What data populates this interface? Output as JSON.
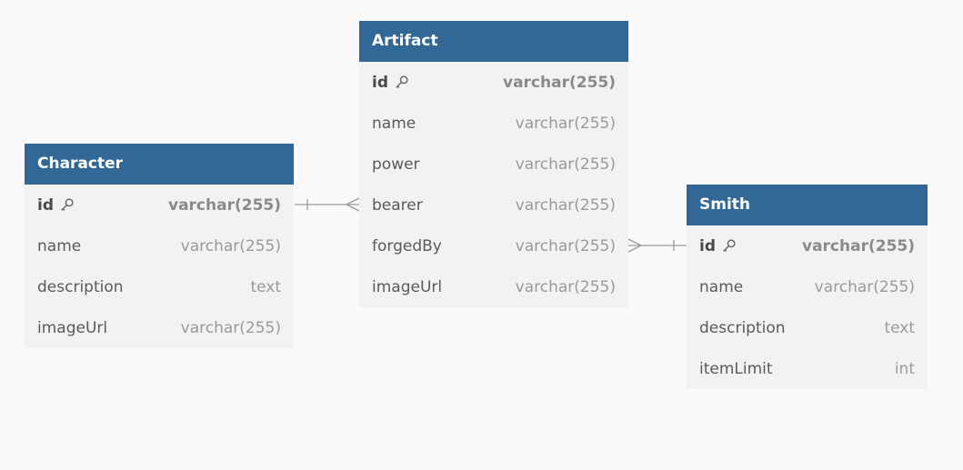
{
  "tables": {
    "character": {
      "title": "Character",
      "columns": [
        {
          "name": "id",
          "type": "varchar(255)",
          "pk": true
        },
        {
          "name": "name",
          "type": "varchar(255)"
        },
        {
          "name": "description",
          "type": "text"
        },
        {
          "name": "imageUrl",
          "type": "varchar(255)"
        }
      ]
    },
    "artifact": {
      "title": "Artifact",
      "columns": [
        {
          "name": "id",
          "type": "varchar(255)",
          "pk": true
        },
        {
          "name": "name",
          "type": "varchar(255)"
        },
        {
          "name": "power",
          "type": "varchar(255)"
        },
        {
          "name": "bearer",
          "type": "varchar(255)"
        },
        {
          "name": "forgedBy",
          "type": "varchar(255)"
        },
        {
          "name": "imageUrl",
          "type": "varchar(255)"
        }
      ]
    },
    "smith": {
      "title": "Smith",
      "columns": [
        {
          "name": "id",
          "type": "varchar(255)",
          "pk": true
        },
        {
          "name": "name",
          "type": "varchar(255)"
        },
        {
          "name": "description",
          "type": "text"
        },
        {
          "name": "itemLimit",
          "type": "int"
        }
      ]
    }
  },
  "relationships": [
    {
      "from": "character.id",
      "to": "artifact.bearer",
      "cardinality": "one-to-many"
    },
    {
      "from": "smith.id",
      "to": "artifact.forgedBy",
      "cardinality": "one-to-many"
    }
  ],
  "colors": {
    "header": "#316896",
    "body": "#f2f2f2",
    "background": "#fafafa",
    "connector": "#9a9aa2"
  },
  "icons": {
    "primary_key": "key-icon"
  }
}
